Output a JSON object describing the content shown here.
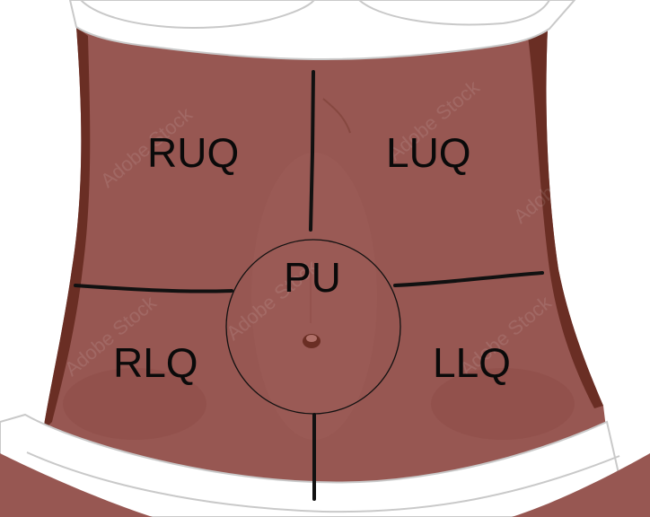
{
  "diagram": {
    "regions": [
      {
        "id": "ruq",
        "label": "RUQ"
      },
      {
        "id": "luq",
        "label": "LUQ"
      },
      {
        "id": "pu",
        "label": "PU"
      },
      {
        "id": "rlq",
        "label": "RLQ"
      },
      {
        "id": "llq",
        "label": "LLQ"
      }
    ]
  },
  "watermark": {
    "text": "Adobe Stock"
  },
  "colors": {
    "skin": "#975752",
    "skin_shadow": "#7c3e35",
    "skin_edge": "#6a2e24",
    "clothing": "#ffffff",
    "clothing_outline": "#c9c9c9",
    "lines": "#111111"
  }
}
